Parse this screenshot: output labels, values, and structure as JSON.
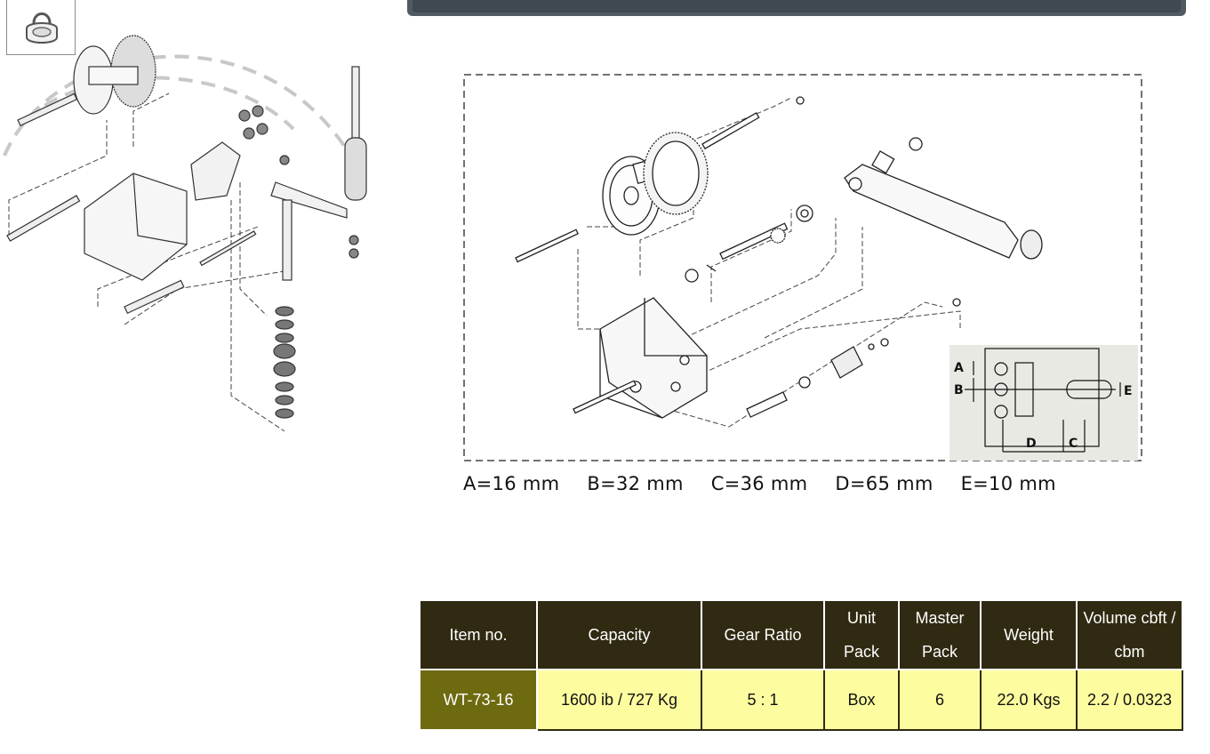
{
  "header_bar": {
    "color": "#3f4950"
  },
  "thumbnail": {
    "icon": "lock-bracket-icon"
  },
  "left_diagram": {
    "icon": "winch-exploded-view-icon"
  },
  "right_diagram": {
    "icon": "winch-exploded-view-icon",
    "inset_labels": {
      "a": "A",
      "b": "B",
      "c": "C",
      "d": "D",
      "e": "E"
    }
  },
  "dimensions": {
    "a": "A=16 mm",
    "b": "B=32 mm",
    "c": "C=36 mm",
    "d": "D=65 mm",
    "e": "E=10 mm"
  },
  "spec_table": {
    "headers": {
      "item_no": "Item no.",
      "capacity": "Capacity",
      "gear_ratio": "Gear Ratio",
      "unit_pack_1": "Unit",
      "unit_pack_2": "Pack",
      "master_pack_1": "Master",
      "master_pack_2": "Pack",
      "weight": "Weight",
      "volume_1": "Volume cbft /",
      "volume_2": "cbm"
    },
    "row": {
      "item_no": "WT-73-16",
      "capacity": "1600 ib / 727 Kg",
      "gear_ratio": "5 : 1",
      "unit_pack": "Box",
      "master_pack": "6",
      "weight": "22.0 Kgs",
      "volume": "2.2 / 0.0323"
    },
    "colors": {
      "header_bg": "#302a12",
      "cell_bg": "#fdfda0",
      "item_bg": "#6e6a10"
    }
  }
}
